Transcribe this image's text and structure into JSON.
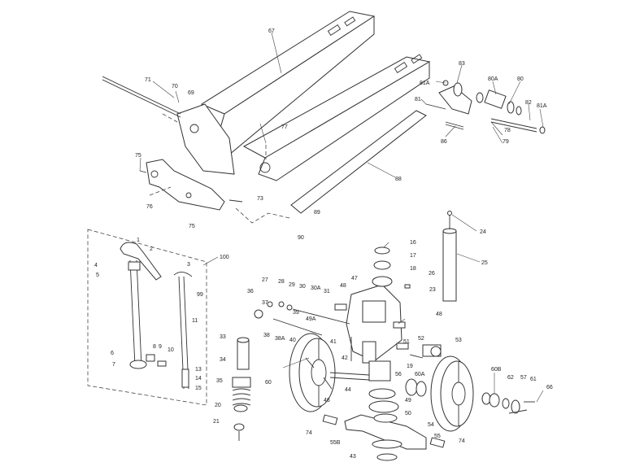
{
  "diagram": {
    "type": "exploded-parts-diagram",
    "line_color": "#333333",
    "callouts": {
      "c1": "1",
      "c2": "2",
      "c3": "3",
      "c4": "4",
      "c5": "5",
      "c6": "6",
      "c7": "7",
      "c8": "8",
      "c9": "9",
      "c10": "10",
      "c11": "11",
      "c13": "13",
      "c14": "14",
      "c15": "15",
      "c16": "16",
      "c17": "17",
      "c18": "18",
      "c19": "19",
      "c20": "20",
      "c21": "21",
      "c23": "23",
      "c24": "24",
      "c25": "25",
      "c26": "26",
      "c27": "27",
      "c28": "28",
      "c29": "29",
      "c30": "30",
      "c30A": "30A",
      "c31": "31",
      "c33": "33",
      "c34": "34",
      "c35": "35",
      "c36": "36",
      "c37": "37",
      "c38": "38",
      "c38A": "38A",
      "c39": "39",
      "c40": "40",
      "c41": "41",
      "c42": "42",
      "c43": "43",
      "c44": "44",
      "c46": "46",
      "c47": "47",
      "c48a": "48",
      "c48b": "48",
      "c49": "49",
      "c49A": "49A",
      "c50": "50",
      "c51": "51",
      "c52": "52",
      "c53": "53",
      "c54": "54",
      "c55": "55",
      "c55B": "55B",
      "c56": "56",
      "c57": "57",
      "c60": "60",
      "c60A": "60A",
      "c60B": "60B",
      "c61": "61",
      "c62": "62",
      "c66": "66",
      "c67": "67",
      "c69": "69",
      "c70": "70",
      "c71": "71",
      "c73": "73",
      "c74a": "74",
      "c74b": "74",
      "c75a": "75",
      "c75b": "75",
      "c76": "76",
      "c77": "77",
      "c78": "78",
      "c79": "79",
      "c80": "80",
      "c80A": "80A",
      "c81": "81",
      "c81Aa": "81A",
      "c81Ab": "81A",
      "c82": "82",
      "c83": "83",
      "c86": "86",
      "c88": "88",
      "c89": "89",
      "c90": "90",
      "c99": "99",
      "c100": "100"
    }
  }
}
